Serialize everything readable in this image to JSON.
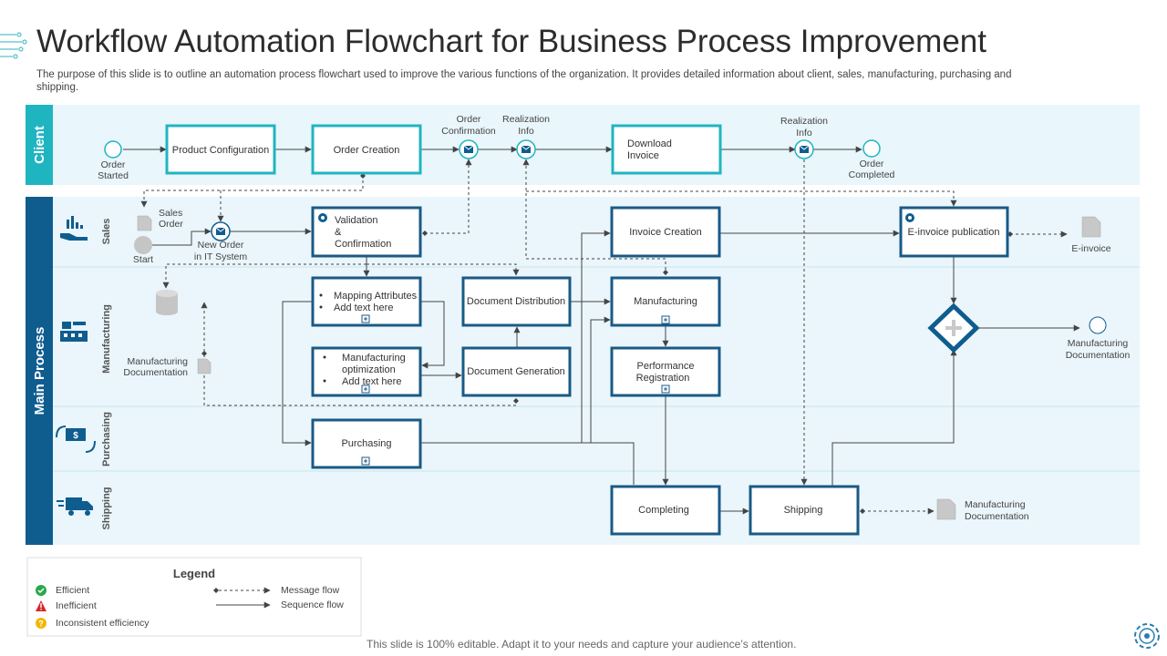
{
  "header": {
    "title": "Workflow Automation Flowchart for Business Process Improvement",
    "subtitle": "The purpose of this slide is to outline an automation process flowchart used to improve the various functions of the organization. It provides detailed information about client, sales, manufacturing, purchasing and shipping."
  },
  "lanes": {
    "client": "Client",
    "main": "Main Process",
    "sales": "Sales",
    "manufacturing": "Manufacturing",
    "purchasing": "Purchasing",
    "shipping": "Shipping"
  },
  "client_row": {
    "order_started": [
      "Order",
      "Started"
    ],
    "product_configuration": "Product Configuration",
    "order_creation": "Order Creation",
    "order_confirmation": [
      "Order",
      "Confirmation"
    ],
    "realization_info_1": [
      "Realization",
      "Info"
    ],
    "download_invoice": [
      "Download",
      "Invoice"
    ],
    "realization_info_2": [
      "Realization",
      "Info"
    ],
    "order_completed": [
      "Order",
      "Completed"
    ]
  },
  "sales_row": {
    "sales_order": [
      "Sales",
      "Order"
    ],
    "start": "Start",
    "new_order": [
      "New Order",
      "in IT System"
    ],
    "validation": [
      "Validation",
      "&",
      "Confirmation"
    ],
    "invoice_creation": "Invoice Creation",
    "einvoice_publication": "E-invoice publication",
    "einvoice": "E-invoice"
  },
  "manufacturing_row": {
    "mapping_bullets": [
      "Mapping Attributes",
      "Add text here"
    ],
    "optimization_bullets": [
      "Manufacturing",
      "optimization",
      "Add text here"
    ],
    "document_distribution": "Document Distribution",
    "document_generation": "Document Generation",
    "manufacturing": "Manufacturing",
    "performance_registration": [
      "Performance",
      "Registration"
    ],
    "manufacturing_documentation_left": [
      "Manufacturing",
      "Documentation"
    ],
    "manufacturing_documentation_right": [
      "Manufacturing",
      "Documentation"
    ]
  },
  "purchasing_row": {
    "purchasing": "Purchasing"
  },
  "shipping_row": {
    "completing": "Completing",
    "shipping": "Shipping",
    "manufacturing_documentation": [
      "Manufacturing",
      "Documentation"
    ]
  },
  "legend": {
    "title": "Legend",
    "efficient": "Efficient",
    "inefficient": "Inefficient",
    "inconsistent": "Inconsistent efficiency",
    "message_flow": "Message flow",
    "sequence_flow": "Sequence flow"
  },
  "footer": "This slide is 100% editable. Adapt it to your needs and capture your audience’s attention.",
  "colors": {
    "teal": "#1fb5c0",
    "navy": "#0f5d8f",
    "lane_bg": "#eaf6fb",
    "box_border": "#1a5a85",
    "efficient": "#2aa84a",
    "inefficient": "#d62828",
    "inconsistent": "#f2b705"
  }
}
